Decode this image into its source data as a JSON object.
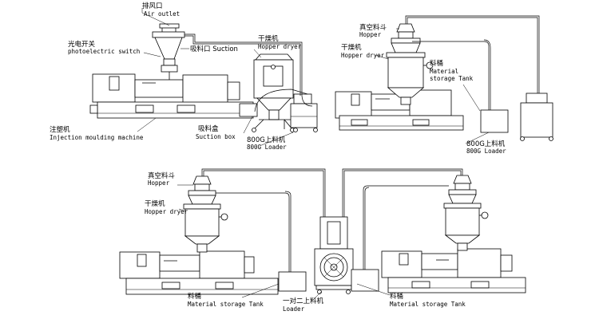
{
  "labels": {
    "air_outlet_zh": "排风口",
    "air_outlet_en": "Air outlet",
    "photo_switch_zh": "光电开关",
    "photo_switch_en": "photoelectric switch",
    "suction_port": "吸料口 Suction",
    "hopper_dryer_1_zh": "干燥机",
    "hopper_dryer_1_en": "Hopper dryer",
    "injection_zh": "注塑机",
    "injection_en": "Injection moulding machine",
    "suction_box_zh": "吸料盒",
    "suction_box_en": "Suction box",
    "loader_1_zh": "800G上料机",
    "loader_1_en": "800G Loader",
    "vac_hopper_2_zh": "真空料斗",
    "vac_hopper_2_en": "Hopper",
    "hopper_dryer_2_zh": "干燥机",
    "hopper_dryer_2_en": "Hopper dryer",
    "tank_2_zh": "料桶",
    "tank_2_en1": "Material",
    "tank_2_en2": "storage Tank",
    "loader_2_zh": "800G上料机",
    "loader_2_en": "800G Loader",
    "vac_hopper_3_zh": "真空料斗",
    "vac_hopper_3_en": "Hopper",
    "hopper_dryer_3_zh": "干燥机",
    "hopper_dryer_3_en": "Hopper dryer",
    "tank_3_zh": "料桶",
    "tank_3_en": "Material storage Tank",
    "loader_3_zh": "一对二上料机",
    "loader_3_en": "Loader",
    "tank_4_zh": "料桶",
    "tank_4_en": "Material storage Tank"
  }
}
